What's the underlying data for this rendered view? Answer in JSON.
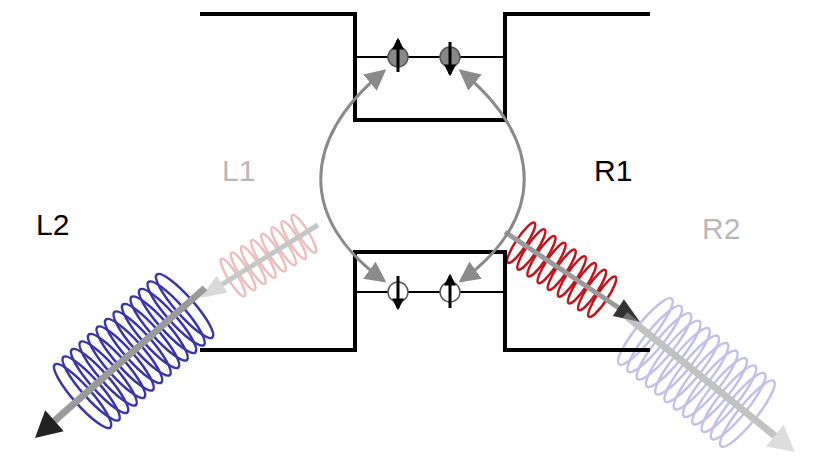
{
  "diagram": {
    "labels": [
      "L1",
      "R1",
      "L2",
      "R2"
    ]
  }
}
